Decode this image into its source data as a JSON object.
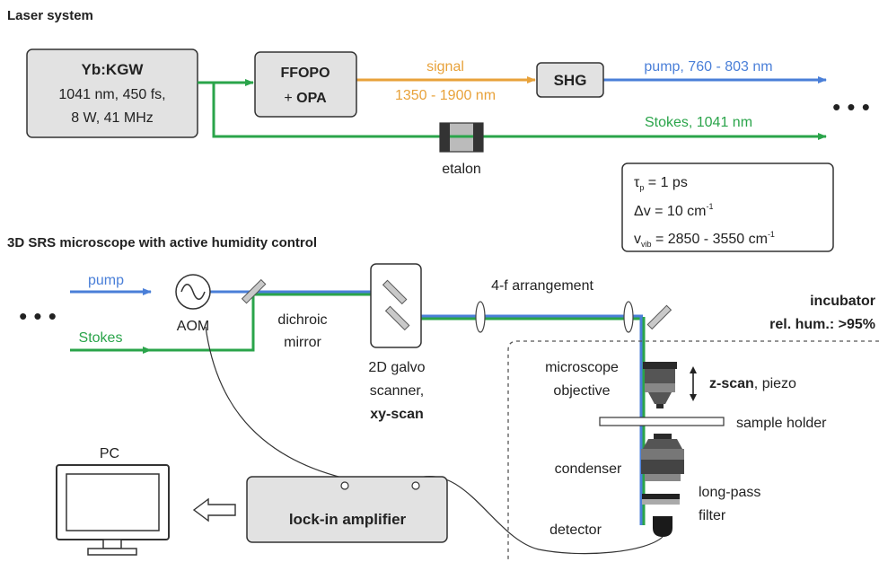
{
  "section_laser": "Laser system",
  "section_microscope": "3D SRS microscope with active humidity control",
  "laser": {
    "name": "Yb:KGW",
    "line1": "1041 nm, 450 fs,",
    "line2": "8 W, 41 MHz"
  },
  "ffopo": {
    "line1": "FFOPO",
    "plus": "+ ",
    "opa": "OPA"
  },
  "signal": {
    "label": "signal",
    "range": "1350 - 1900 nm"
  },
  "shg": "SHG",
  "pump_out": "pump, 760 - 803 nm",
  "stokes_out": "Stokes, 1041 nm",
  "etalon": "etalon",
  "ellipsis": "• • •",
  "params": {
    "tau": "τ",
    "tau_sub": "p",
    "tau_val": " = 1 ps",
    "dnu": "Δv = 10 cm",
    "dnu_sup": "-1",
    "nu": "v",
    "nu_sub": "vib",
    "nu_val": " = 2850 - 3550 cm",
    "nu_sup": "-1"
  },
  "pump_in": "pump",
  "stokes_in": "Stokes",
  "aom": "AOM",
  "dichroic": {
    "line1": "dichroic",
    "line2": "mirror"
  },
  "galvo": {
    "line1": "2D galvo",
    "line2": "scanner,",
    "line3": "xy-scan"
  },
  "fourf": "4-f arrangement",
  "incubator": {
    "line1": "incubator",
    "line2": "rel. hum.: >95%"
  },
  "objective": {
    "line1": "microscope",
    "line2": "objective"
  },
  "zscan": {
    "bold": "z-scan",
    "rest": ", piezo"
  },
  "sample_holder": "sample holder",
  "condenser": "condenser",
  "filter": {
    "line1": "long-pass",
    "line2": "filter"
  },
  "detector": "detector",
  "pc": "PC",
  "lockin": "lock-in amplifier",
  "colors": {
    "pump": "#4a7fd8",
    "stokes": "#2aa44a",
    "signal": "#e8a23a",
    "box": "#e2e2e2"
  }
}
